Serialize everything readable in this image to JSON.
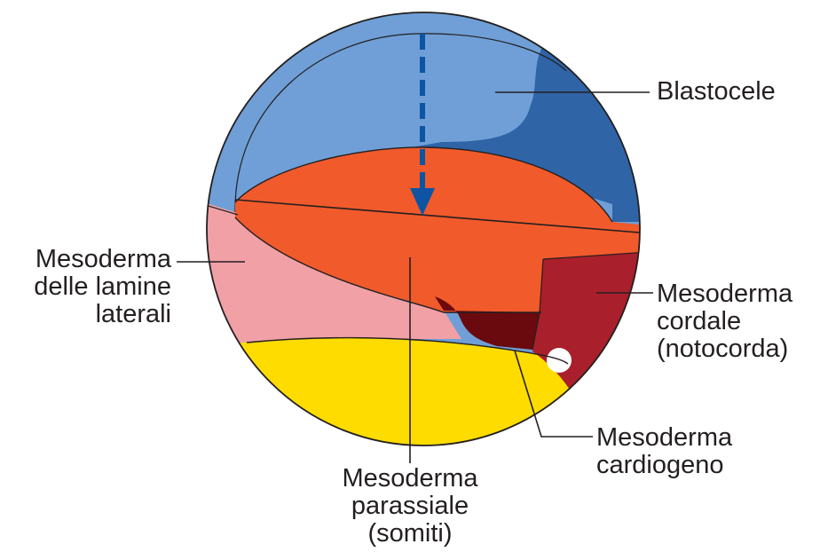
{
  "colors": {
    "blastocele_light": "#6f9fd6",
    "blastocele_dark": "#2f64a6",
    "parassiale_orange": "#f15a2b",
    "laterali_pink": "#f1a0a6",
    "yolk_yellow": "#ffdc00",
    "cordale_red": "#a91f2c",
    "cardiogeno_darkred": "#6a0a0e",
    "arrow_blue": "#0d55a3",
    "outline": "#231f20"
  },
  "labels": {
    "blastocele": [
      "Blastocele"
    ],
    "laterali": [
      "Mesoderma",
      "delle lamine",
      "laterali"
    ],
    "cordale": [
      "Mesoderma",
      "cordale",
      "(notocorda)"
    ],
    "cardiogeno": [
      "Mesoderma",
      "cardiogeno"
    ],
    "parassiale": [
      "Mesoderma",
      "parassiale",
      "(somiti)"
    ]
  }
}
